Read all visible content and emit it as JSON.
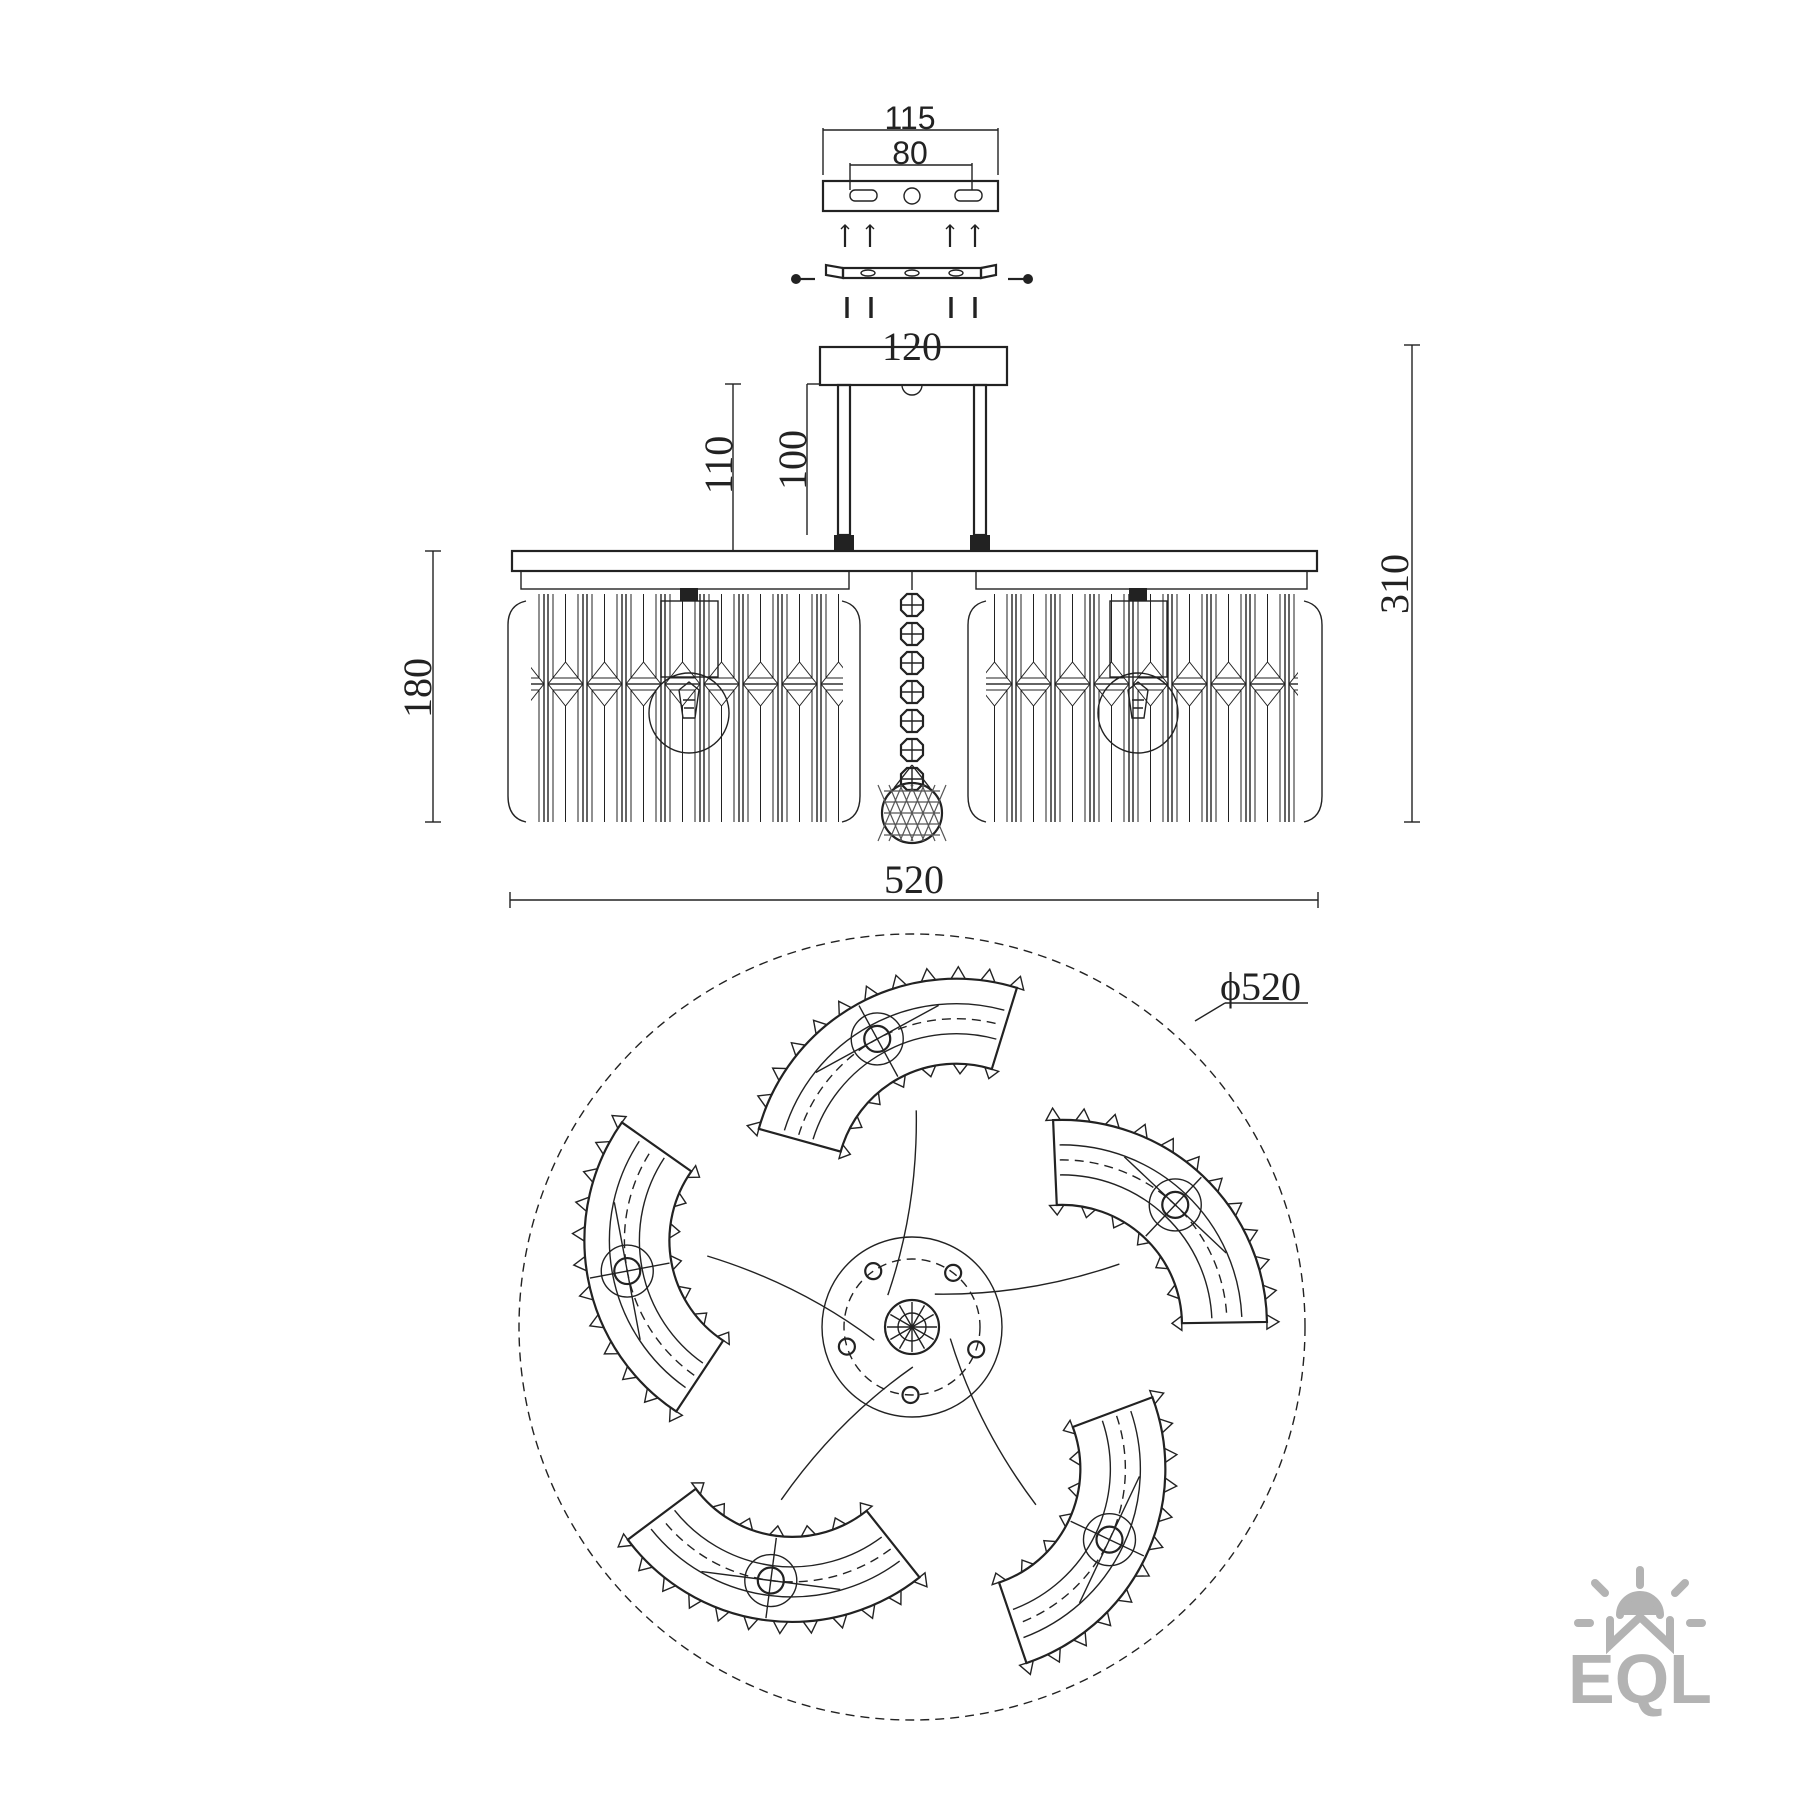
{
  "front_view": {
    "dimensions": {
      "mount_plate_width": "115",
      "mount_hole_spacing": "80",
      "canopy_width": "120",
      "rod_height_outer": "110",
      "rod_height_inner": "100",
      "shade_height": "180",
      "total_height": "310",
      "total_width": "520"
    }
  },
  "top_view": {
    "diameter_label": "ϕ520",
    "arm_count": 5
  },
  "logo": {
    "text": "EQL",
    "color": "#b3b3b3"
  },
  "colors": {
    "line": "#222222",
    "background": "#ffffff"
  }
}
